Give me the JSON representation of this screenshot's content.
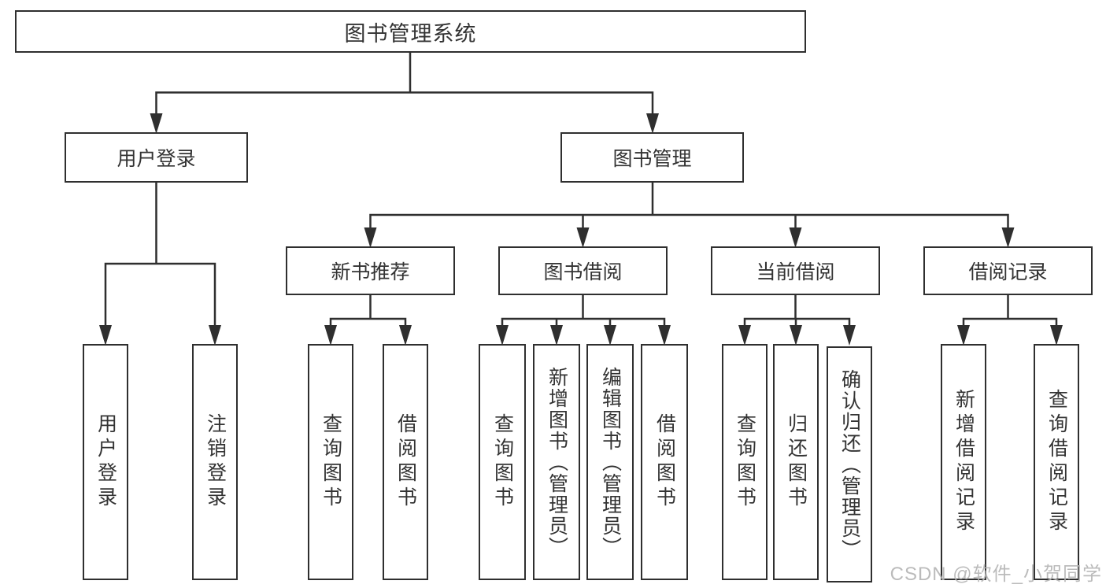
{
  "diagram_type": "hierarchy-tree",
  "tree": {
    "label": "图书管理系统",
    "children": [
      {
        "label": "用户登录",
        "children": [
          {
            "label": "用户登录"
          },
          {
            "label": "注销登录"
          }
        ]
      },
      {
        "label": "图书管理",
        "children": [
          {
            "label": "新书推荐",
            "children": [
              {
                "label": "查询图书"
              },
              {
                "label": "借阅图书"
              }
            ]
          },
          {
            "label": "图书借阅",
            "children": [
              {
                "label": "查询图书"
              },
              {
                "label": "新增图书（管理员）"
              },
              {
                "label": "编辑图书（管理员）"
              },
              {
                "label": "借阅图书"
              }
            ]
          },
          {
            "label": "当前借阅",
            "children": [
              {
                "label": "查询图书"
              },
              {
                "label": "归还图书"
              },
              {
                "label": "确认归还（管理员）"
              }
            ]
          },
          {
            "label": "借阅记录",
            "children": [
              {
                "label": "新增借阅记录"
              },
              {
                "label": "查询借阅记录"
              }
            ]
          }
        ]
      }
    ]
  },
  "watermark": {
    "text": "CSDN @软件_小贺同学"
  },
  "colors": {
    "background": "#ffffff",
    "line": "#2f2f2f",
    "box_border": "#2f2f2f",
    "text": "#333333",
    "watermark": "#b4b4b4"
  }
}
